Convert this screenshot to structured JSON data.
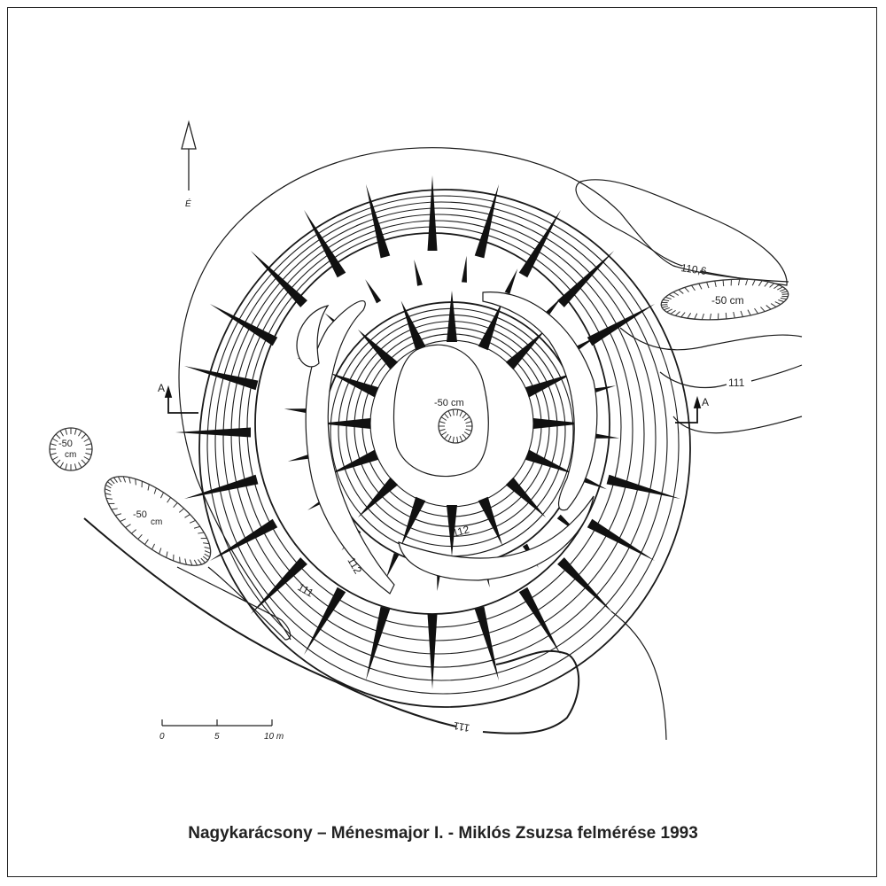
{
  "caption": "Nagykarácsony – Ménesmajor I.  - Miklós Zsuzsa felmérése 1993",
  "north_arrow": {
    "label": "É"
  },
  "section_markers": [
    "A",
    "A"
  ],
  "scale_bar": {
    "labels": [
      "0",
      "5",
      "10 m"
    ]
  },
  "contour_labels": {
    "c110_6": "110,6",
    "c111_east": "111",
    "c111_south": "111",
    "c111_west": "111",
    "c112_inner": "112",
    "c112_west": "112"
  },
  "pits": {
    "northeast": "-50 cm",
    "center": "-50 cm",
    "west_small": [
      "-50",
      "cm"
    ],
    "west_long": [
      "-50",
      "cm"
    ]
  },
  "colors": {
    "ink": "#1a1a1a",
    "background": "#ffffff"
  }
}
